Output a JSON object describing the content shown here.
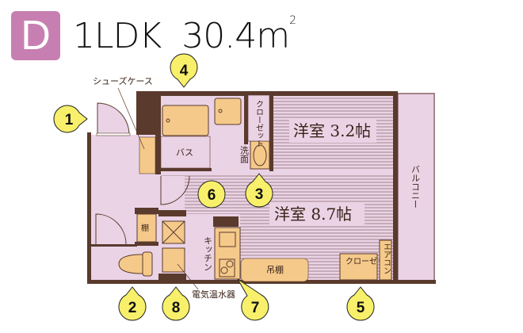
{
  "header": {
    "type_letter": "D",
    "layout": "1LDK",
    "area": "30.4m",
    "area_unit_sup": "2"
  },
  "rooms": {
    "western_small": "洋室 3.2帖",
    "western_large": "洋室 8.7帖",
    "bath": "バス",
    "washbasin": "洗面",
    "closet_upper": "クローゼット",
    "closet_lower": "クローゼット",
    "balcony": "バルコニー",
    "kitchen": "キッチン",
    "hanging_shelf": "吊棚",
    "shelf": "棚",
    "aircon": "エアコン",
    "shoe_case": "シューズケース",
    "water_heater": "電気温水器"
  },
  "markers": [
    "1",
    "2",
    "3",
    "4",
    "5",
    "6",
    "7",
    "8"
  ],
  "colors": {
    "floor": "#ebd3e6",
    "wall": "#5a3a2c",
    "fixture": "#f5c98a",
    "marker": "#f8f06a",
    "badge": "#c77fb1"
  }
}
